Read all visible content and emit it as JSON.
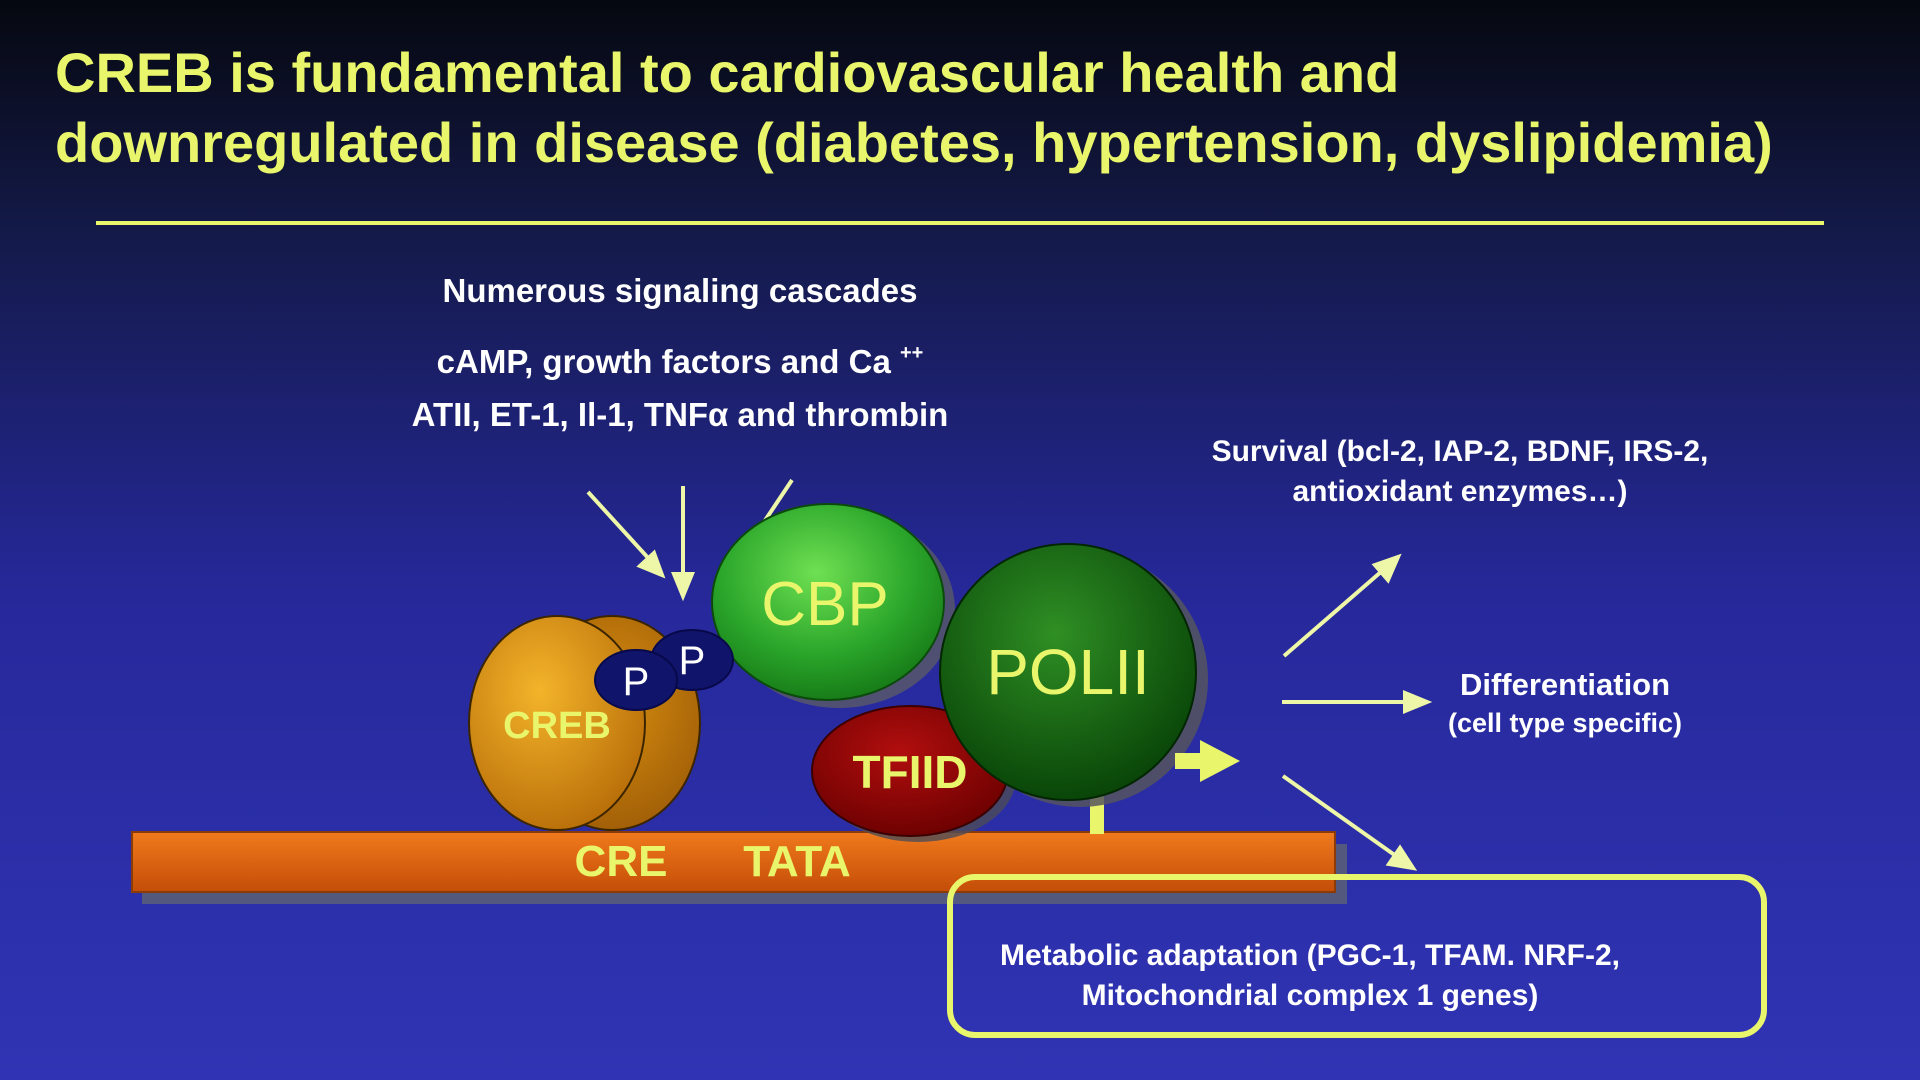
{
  "slide": {
    "title_line1": "CREB is fundamental to cardiovascular health and",
    "title_line2": "downregulated in disease (diabetes, hypertension, dyslipidemia)"
  },
  "signals": {
    "line1": "Numerous signaling cascades",
    "line2_main": "cAMP, growth factors and Ca",
    "line2_sup": "++",
    "line3": "ATII, ET-1, Il-1, TNFα and thrombin"
  },
  "diagram": {
    "creb": "CREB",
    "phospho_1": "P",
    "phospho_2": "P",
    "cbp": "CBP",
    "polii": "POLII",
    "tfiid": "TFIID",
    "cre": "CRE",
    "tata": "TATA"
  },
  "outcomes": {
    "survival_line1": "Survival (bcl-2, IAP-2, BDNF, IRS-2,",
    "survival_line2": "antioxidant enzymes…)",
    "differentiation": "Differentiation",
    "differentiation_sub": "(cell type specific)",
    "metabolic_line1": "Metabolic adaptation  (PGC-1, TFAM. NRF-2,",
    "metabolic_line2": "Mitochondrial  complex 1 genes)"
  },
  "colors": {
    "title": "#e9f56a",
    "arrows": "#eef6a8",
    "creb": "#e49b12",
    "cbp": "#2aa52a",
    "polii": "#0f5f10",
    "tfiid": "#8e0000",
    "dna_bar": "#dc5a0c"
  }
}
